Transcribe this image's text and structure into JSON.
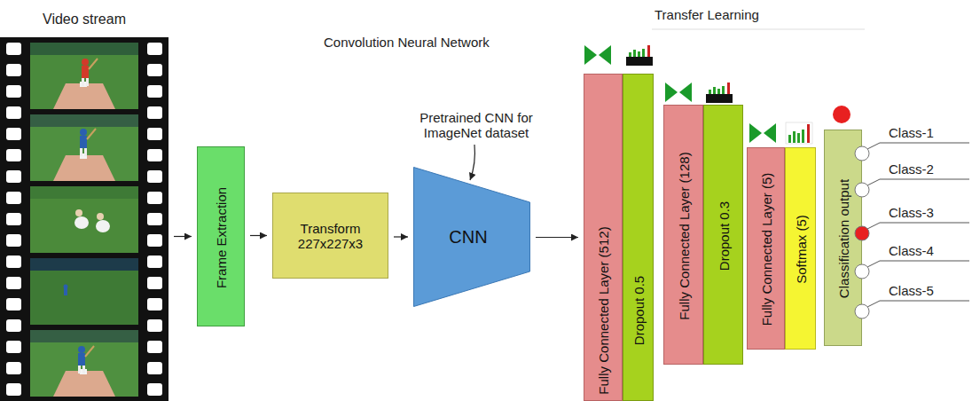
{
  "diagram": {
    "nodes": [
      {
        "text": [
          "Video stream"
        ]
      },
      {
        "text": [
          "Frame Extraction"
        ]
      },
      {
        "text": [
          "Transform 227x227x3"
        ]
      },
      {
        "text": [
          "CNN"
        ]
      },
      {
        "text": [
          "Fully Connected Layer (512)"
        ]
      },
      {
        "text": [
          "Dropout 0.5"
        ]
      },
      {
        "text": [
          "Fully Connected Layer (128)"
        ]
      },
      {
        "text": [
          "Dropout 0.3"
        ]
      },
      {
        "text": [
          "Fully Connected Layer (5)"
        ]
      },
      {
        "text": [
          "Softmax (5)"
        ]
      },
      {
        "text": [
          "Classification output"
        ]
      }
    ],
    "edges": [
      {
        "from": 0,
        "to": 1,
        "arrow": "to"
      },
      {
        "from": 1,
        "to": 2,
        "arrow": "to"
      },
      {
        "from": 2,
        "to": 3,
        "arrow": "to"
      },
      {
        "from": 3,
        "to": 4,
        "arrow": "to"
      }
    ],
    "labels": [
      "Convolution Neural Network",
      "Pretrained CNN for ImageNet dataset",
      "Transfer Learning",
      "Class-1",
      "Class-2",
      "Class-3",
      "Class-4",
      "Class-5"
    ]
  }
}
